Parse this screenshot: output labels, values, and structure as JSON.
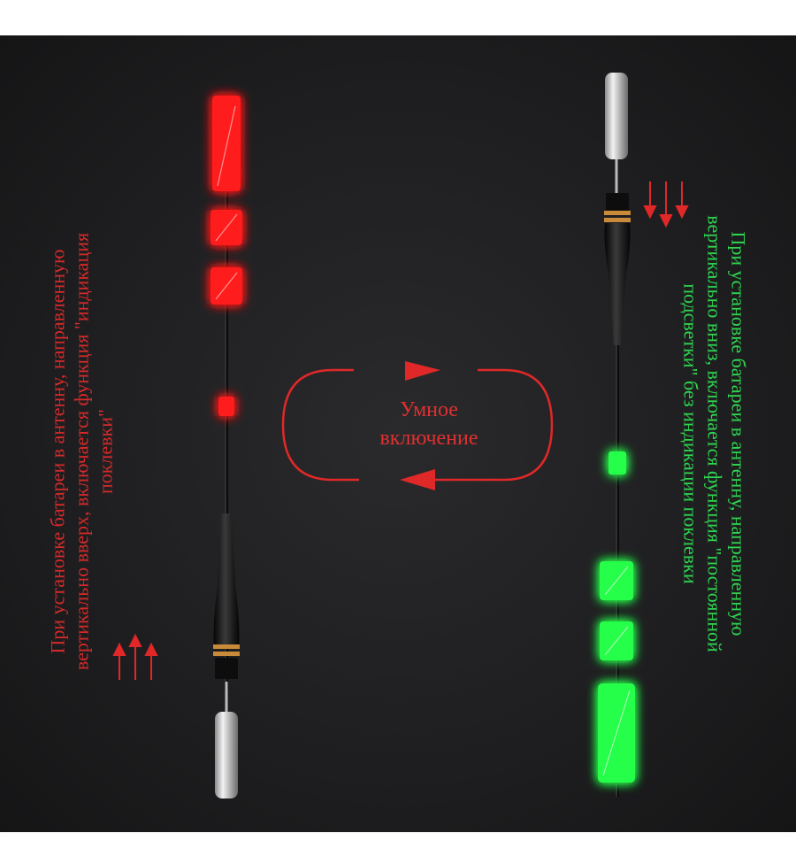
{
  "left_caption": {
    "line1": "При установке батареи в антенну, направленную",
    "line2": "вертикально вверх, включается функция \"индикация",
    "line3": "поклевки\""
  },
  "right_caption": {
    "line1": "При установке батареи в антенну, направленную",
    "line2": "вертикально вниз, включается функция \"постоянной",
    "line3": "подсветки\" без индикации поклевки"
  },
  "center_label": {
    "line1": "Умное",
    "line2": "включение"
  },
  "colors": {
    "background": "#1e1e20",
    "red_glow": "#ff2020",
    "green_glow": "#30ff50",
    "left_text": "#d62a2a",
    "right_text": "#2fd650"
  },
  "icons": {
    "left_arrows": "three-up-arrows-icon",
    "right_arrows": "three-down-arrows-icon",
    "cycle": "cycle-arrows-icon"
  }
}
